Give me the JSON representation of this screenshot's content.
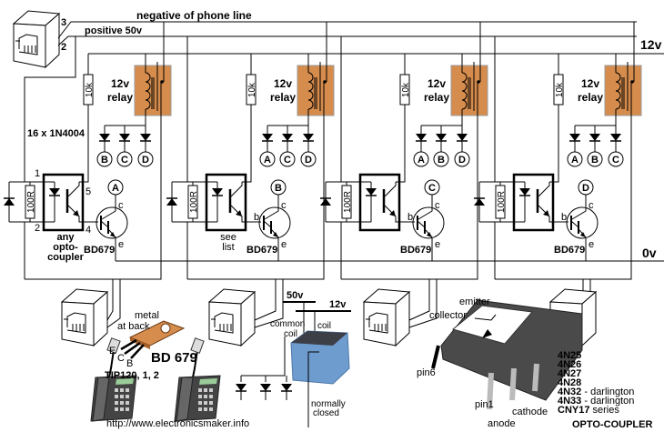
{
  "labels": {
    "negative_line": "negative of phone line",
    "positive_line": "positive 50v",
    "rail_12v": "12v",
    "rail_0v": "0v",
    "diode_count": "16 x 1N4004",
    "jack_pin3": "3",
    "jack_pin2": "2",
    "url": "http://www.electronicsmaker.info"
  },
  "modules": [
    {
      "relay_top": "12v",
      "relay_bottom": "relay",
      "resistor_top": "10k",
      "resistor_side": "100R",
      "diode_targets": [
        "B",
        "C",
        "D"
      ],
      "output": "A",
      "transistor": "BD679",
      "collector": "c",
      "emitter": "e",
      "base": "",
      "pins": [
        "1",
        "2",
        "5",
        "4"
      ],
      "note": [
        "any",
        "opto-",
        "coupler"
      ]
    },
    {
      "relay_top": "12v",
      "relay_bottom": "relay",
      "resistor_top": "10k",
      "resistor_side": "100R",
      "diode_targets": [
        "A",
        "C",
        "D"
      ],
      "output": "B",
      "transistor": "BD679",
      "collector": "c",
      "emitter": "e",
      "base": "b",
      "pins": [],
      "note": [
        "see",
        "list"
      ]
    },
    {
      "relay_top": "12v",
      "relay_bottom": "relay",
      "resistor_top": "10k",
      "resistor_side": "100R",
      "diode_targets": [
        "A",
        "B",
        "D"
      ],
      "output": "C",
      "transistor": "BD679",
      "collector": "c",
      "emitter": "e",
      "base": "b",
      "pins": [],
      "note": []
    },
    {
      "relay_top": "12v",
      "relay_bottom": "relay",
      "resistor_top": "10k",
      "resistor_side": "100R",
      "diode_targets": [
        "A",
        "B",
        "C"
      ],
      "output": "D",
      "transistor": "BD679",
      "collector": "c",
      "emitter": "e",
      "base": "b",
      "pins": [],
      "note": []
    }
  ],
  "transistor_package": {
    "metal": "metal",
    "at_back": "at back",
    "pin_e": "E",
    "pin_c": "C",
    "pin_b": "B",
    "name": "BD 679",
    "equivalents": "TIP120, 1, 2"
  },
  "relay_detail": {
    "v50": "50v",
    "v12": "12v",
    "common": "common",
    "common_coil": "coil",
    "coil": "coil",
    "normally": "normally",
    "closed": "closed"
  },
  "opto_chip": {
    "emitter": "emitter",
    "collector": "collector",
    "pin6": "pin6",
    "pin1": "pin1",
    "anode": "anode",
    "cathode": "cathode"
  },
  "opto_list": {
    "items": [
      {
        "name": "4N25",
        "note": ""
      },
      {
        "name": "4N26",
        "note": ""
      },
      {
        "name": "4N27",
        "note": ""
      },
      {
        "name": "4N28",
        "note": ""
      },
      {
        "name": "4N32",
        "note": " - darlington"
      },
      {
        "name": "4N33",
        "note": " - darlington"
      },
      {
        "name": "CNY17",
        "note": " series"
      }
    ],
    "title": "OPTO-COUPLER"
  },
  "colors": {
    "relay_body": "#d68c4c",
    "relay_border": "#9a9a9a",
    "relay_photo": "#6f9ccf",
    "chip_body": "#4a4a4a",
    "phone": "#6a6a6a"
  }
}
